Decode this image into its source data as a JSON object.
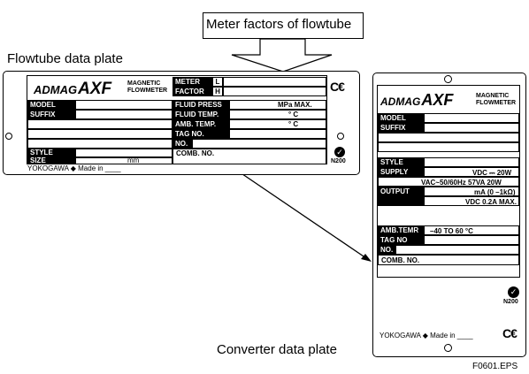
{
  "labels": {
    "meter_factors": "Meter factors of flowtube",
    "flowtube_plate": "Flowtube data plate",
    "converter_plate": "Converter data plate",
    "figure_id": "F0601.EPS"
  },
  "flowtube": {
    "logo": "ADMAG",
    "logo_model": "AXF",
    "subtitle_line1": "MAGNETIC",
    "subtitle_line2": "FLOWMETER",
    "meter": "METER",
    "factor": "FACTOR",
    "l_box": "L",
    "h_box": "H",
    "model": "MODEL",
    "suffix": "SUFFIX",
    "style": "STYLE",
    "size": "SIZE",
    "size_unit": "mm",
    "fluid_press": "FLUID PRESS",
    "fluid_press_unit": "MPa MAX.",
    "fluid_temp": "FLUID TEMP.",
    "fluid_temp_unit": "° C",
    "amb_temp": "AMB. TEMP.",
    "amb_temp_unit": "° C",
    "tag_no": "TAG NO.",
    "no": "NO.",
    "comb_no": "COMB. NO.",
    "footer": "YOKOGAWA ◆ Made in ____",
    "ce_mark": "C€",
    "n200": "N200"
  },
  "converter": {
    "logo": "ADMAG",
    "logo_model": "AXF",
    "subtitle_line1": "MAGNETIC",
    "subtitle_line2": "FLOWMETER",
    "model": "MODEL",
    "suffix": "SUFFIX",
    "style": "STYLE",
    "supply": "SUPPLY",
    "supply_vdc": "VDC ⎓ 20W",
    "supply_vac": "VAC~50/60Hz 57VA 20W",
    "output": "OUTPUT",
    "output_ma": "mA (0 –1kΩ)",
    "output_vdc": "VDC 0.2A MAX.",
    "amb_temp": "AMB.TEMR",
    "amb_temp_range": "–40  TO  60 °C",
    "tag_no": "TAG NO",
    "no": "NO.",
    "comb_no": "COMB. NO.",
    "footer": "YOKOGAWA ◆ Made in ____",
    "ce_mark": "C€",
    "n200": "N200"
  }
}
